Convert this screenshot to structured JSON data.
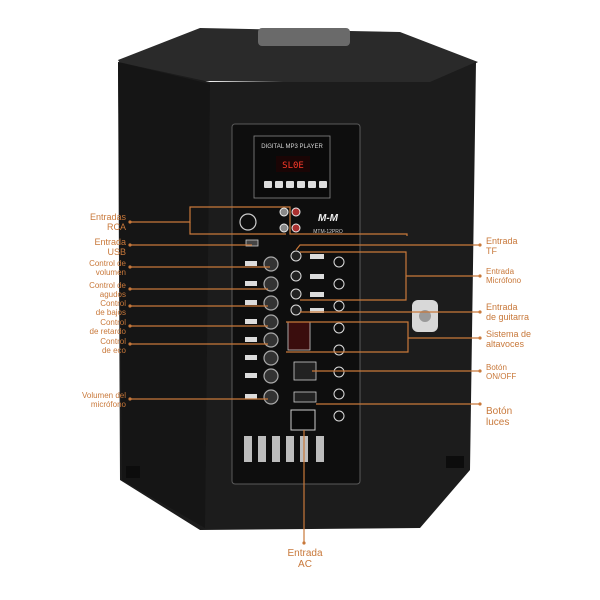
{
  "panel": {
    "player_title": "DIGITAL MP3 PLAYER",
    "display_text": "SL0E",
    "logo": "M-M",
    "model": "MTM-12PRO"
  },
  "colors": {
    "accent": "#c8783a",
    "speaker_body": "#1c1c1c",
    "panel": "#111111",
    "panel_text": "#d8d8d8",
    "display_red": "#ff3a2a"
  },
  "labels_left": [
    {
      "id": "rca",
      "text": "Entradas\nRCA"
    },
    {
      "id": "usb",
      "text": "Entrada\nUSB"
    },
    {
      "id": "volume",
      "text": "Control de\nvolumen"
    },
    {
      "id": "treble",
      "text": "Control de\nagudos"
    },
    {
      "id": "bass",
      "text": "Control\nde bajos"
    },
    {
      "id": "delay",
      "text": "Control\nde retardo"
    },
    {
      "id": "echo",
      "text": "Control\nde eco"
    },
    {
      "id": "mic_volume",
      "text": "Volumen del\nmicrófono"
    }
  ],
  "labels_right": [
    {
      "id": "tf",
      "text": "Entrada\nTF"
    },
    {
      "id": "mic",
      "text": "Entrada\nMicrófono"
    },
    {
      "id": "guitar",
      "text": "Entrada\nde guitarra"
    },
    {
      "id": "speakers",
      "text": "Sistema de\naltavoces"
    },
    {
      "id": "power",
      "text": "Botón\nON/OFF"
    },
    {
      "id": "lights",
      "text": "Botón\nluces"
    }
  ],
  "label_bottom": {
    "id": "ac",
    "text": "Entrada\nAC"
  }
}
